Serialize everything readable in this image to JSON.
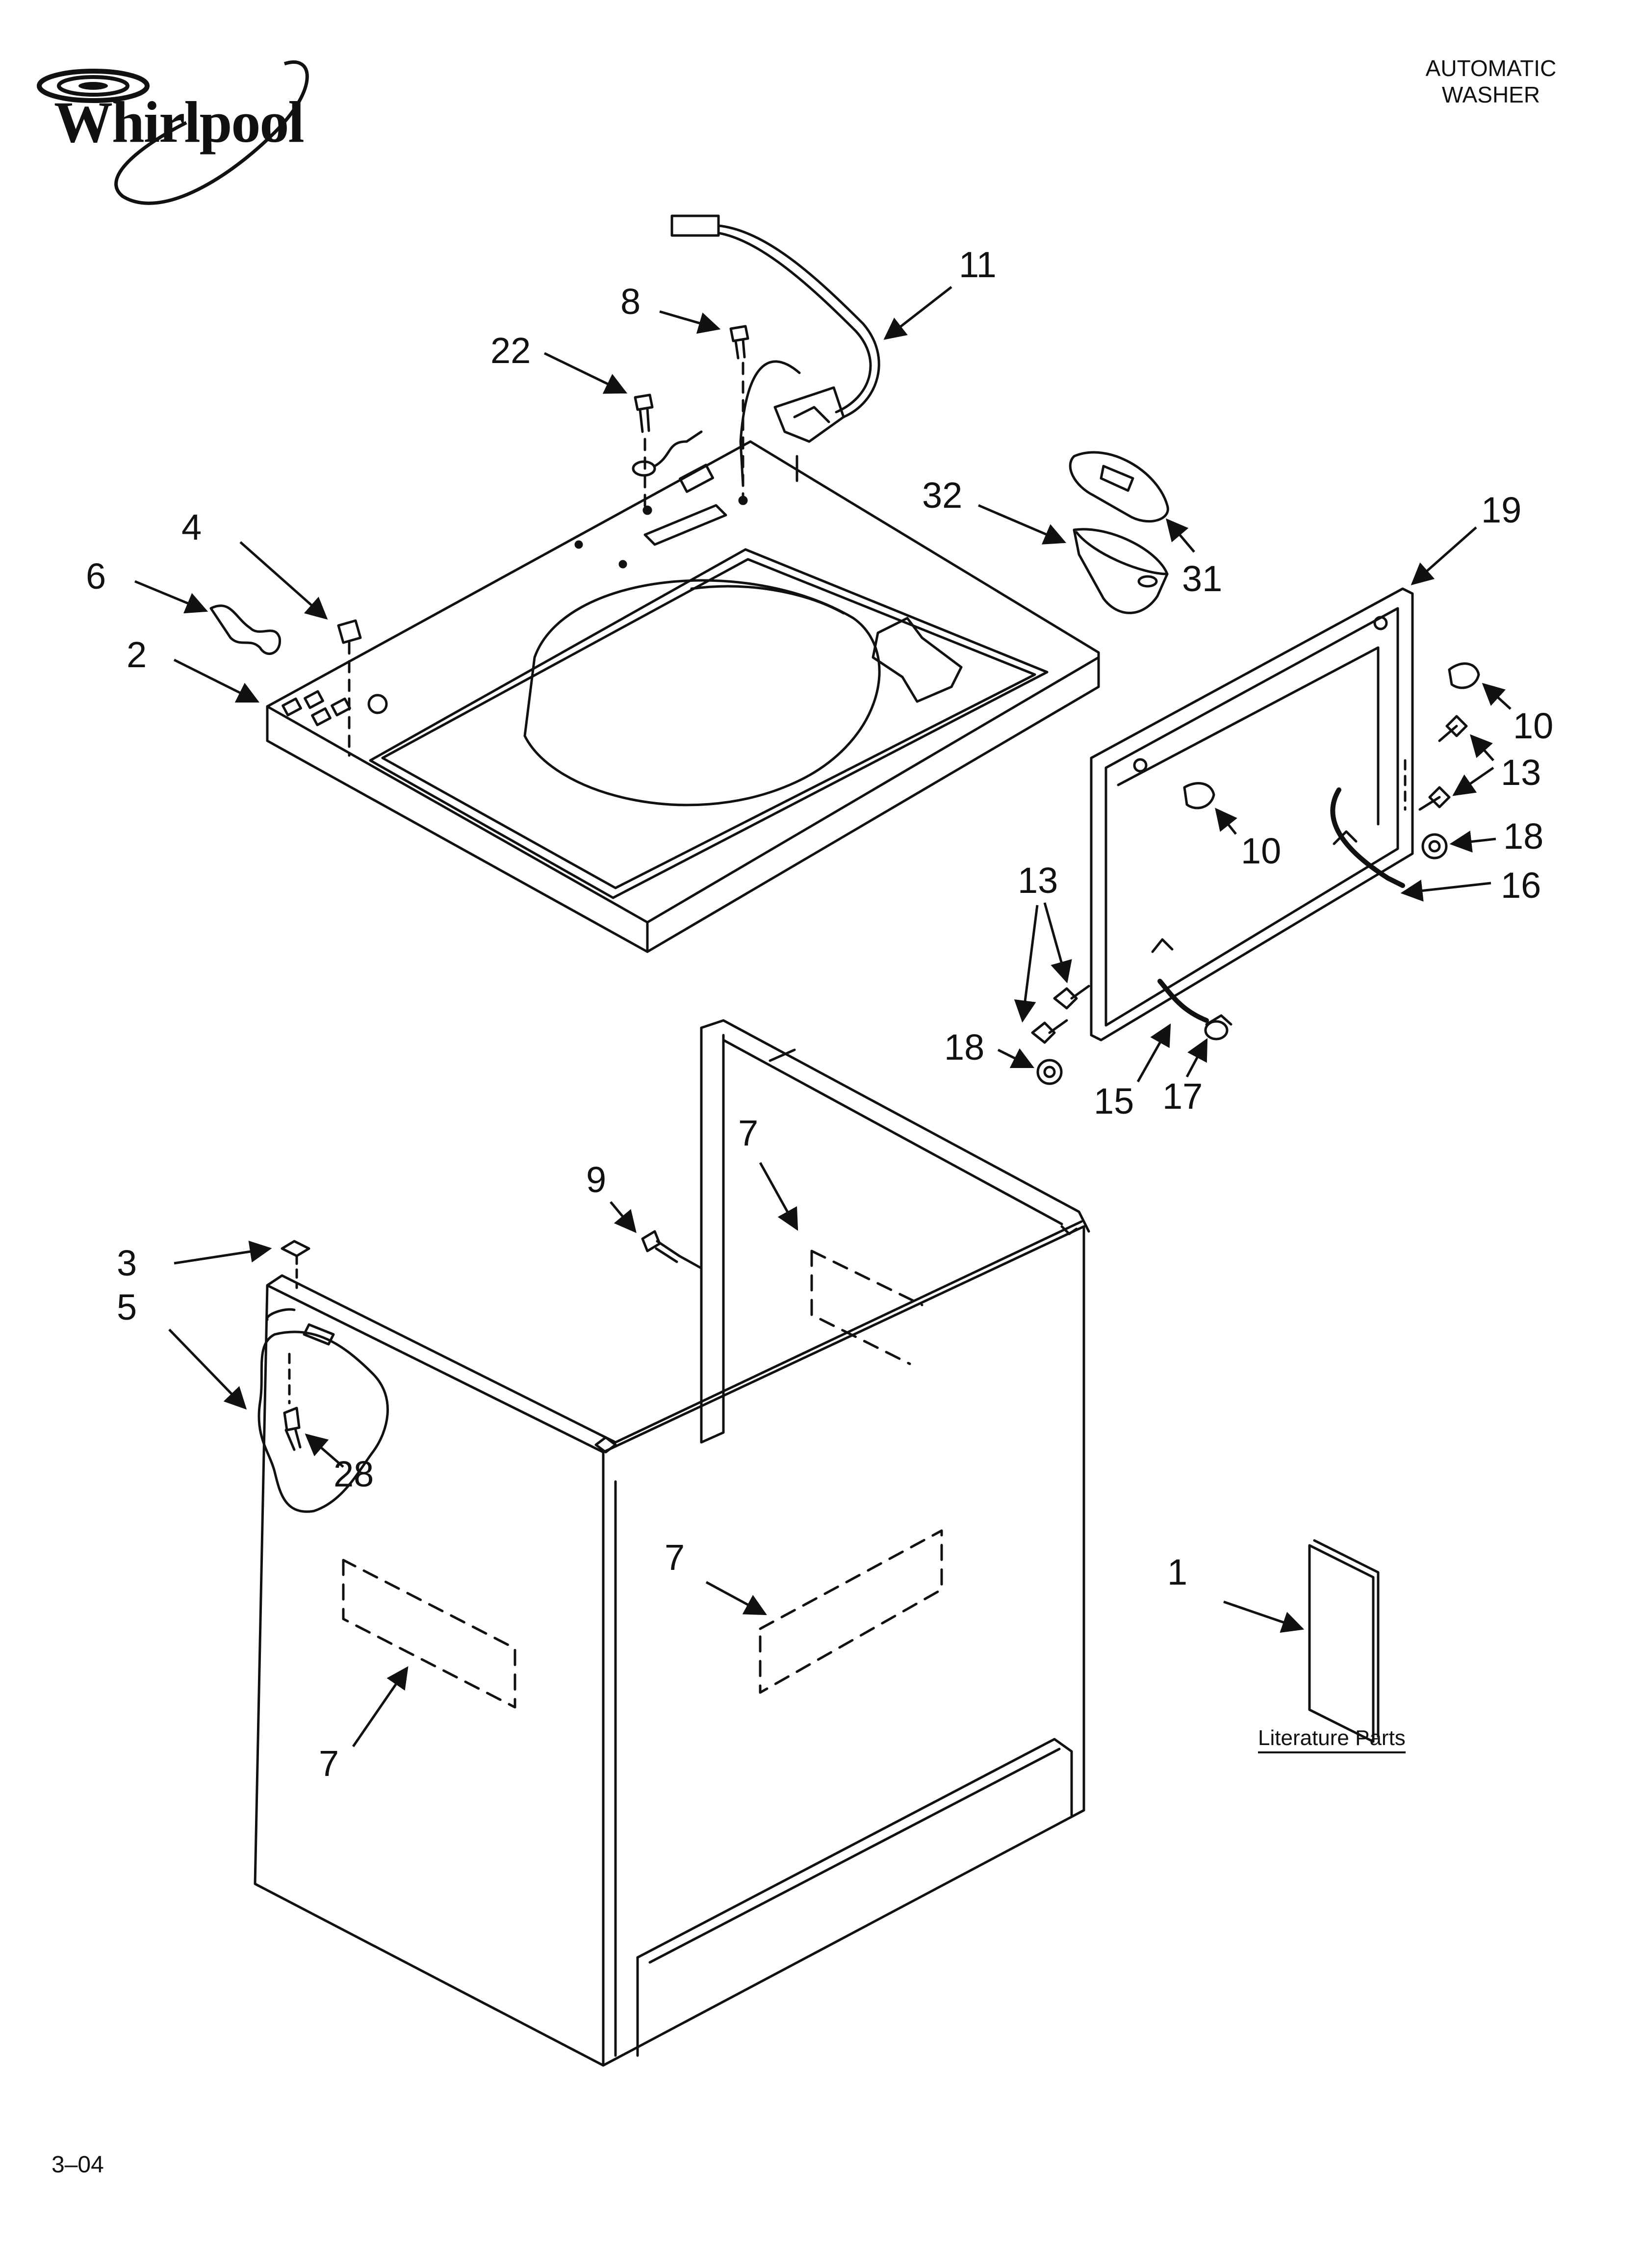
{
  "brand": {
    "name": "Whirlpool"
  },
  "header": {
    "line1": "AUTOMATIC",
    "line2": "WASHER"
  },
  "footer": {
    "code": "3–04"
  },
  "literature": {
    "label": "Literature Parts"
  },
  "callouts": [
    {
      "id": "c11",
      "label": "11"
    },
    {
      "id": "c8",
      "label": "8"
    },
    {
      "id": "c22",
      "label": "22"
    },
    {
      "id": "c32",
      "label": "32"
    },
    {
      "id": "c31",
      "label": "31"
    },
    {
      "id": "c19",
      "label": "19"
    },
    {
      "id": "c4",
      "label": "4"
    },
    {
      "id": "c6",
      "label": "6"
    },
    {
      "id": "c2",
      "label": "2"
    },
    {
      "id": "c10a",
      "label": "10"
    },
    {
      "id": "c13a",
      "label": "13"
    },
    {
      "id": "c10b",
      "label": "10"
    },
    {
      "id": "c18a",
      "label": "18"
    },
    {
      "id": "c16",
      "label": "16"
    },
    {
      "id": "c13b",
      "label": "13"
    },
    {
      "id": "c18b",
      "label": "18"
    },
    {
      "id": "c15",
      "label": "15"
    },
    {
      "id": "c17",
      "label": "17"
    },
    {
      "id": "c9",
      "label": "9"
    },
    {
      "id": "c7a",
      "label": "7"
    },
    {
      "id": "c3",
      "label": "3"
    },
    {
      "id": "c5",
      "label": "5"
    },
    {
      "id": "c28",
      "label": "28"
    },
    {
      "id": "c7b",
      "label": "7"
    },
    {
      "id": "c1",
      "label": "1"
    },
    {
      "id": "c7c",
      "label": "7"
    }
  ]
}
